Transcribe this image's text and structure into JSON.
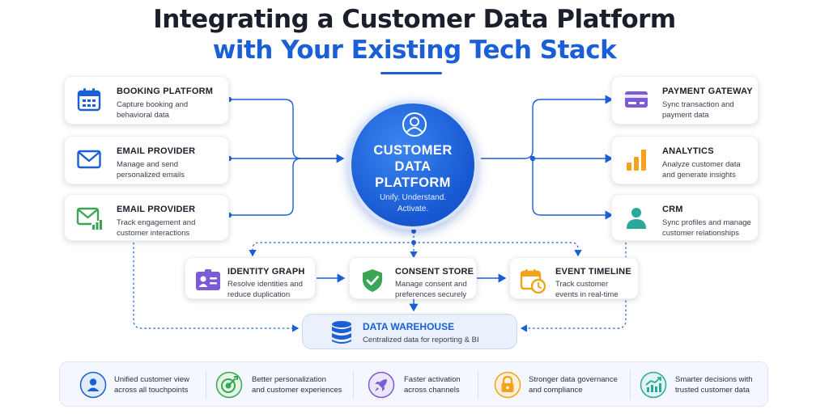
{
  "title": {
    "line1": "Integrating a Customer Data Platform",
    "line2": "with Your Existing Tech Stack"
  },
  "hub": {
    "icon": "user-icon",
    "name_lines": [
      "CUSTOMER",
      "DATA",
      "PLATFORM"
    ],
    "tagline_lines": [
      "Unify. Understand.",
      "Activate."
    ]
  },
  "sources": [
    {
      "icon": "calendar-icon",
      "title": "BOOKING PLATFORM",
      "desc": [
        "Capture booking and",
        "behavioral data"
      ]
    },
    {
      "icon": "envelope-icon",
      "title": "EMAIL PROVIDER",
      "desc": [
        "Manage and send",
        "personalized emails"
      ]
    },
    {
      "icon": "email-chart-icon",
      "title": "EMAIL PROVIDER",
      "desc": [
        "Track engagement and",
        "customer interactions"
      ]
    }
  ],
  "destinations": [
    {
      "icon": "credit-card-icon",
      "title": "PAYMENT GATEWAY",
      "desc": [
        "Sync transaction and",
        "payment data"
      ]
    },
    {
      "icon": "bar-chart-icon",
      "title": "ANALYTICS",
      "desc": [
        "Analyze customer data",
        "and generate insights"
      ]
    },
    {
      "icon": "person-icon",
      "title": "CRM",
      "desc": [
        "Sync profiles and manage",
        "customer relationships"
      ]
    }
  ],
  "modules": [
    {
      "icon": "id-card-icon",
      "title": "IDENTITY GRAPH",
      "desc": [
        "Resolve identities and",
        "reduce duplication"
      ]
    },
    {
      "icon": "shield-check-icon",
      "title": "CONSENT STORE",
      "desc": [
        "Manage consent and",
        "preferences securely"
      ]
    },
    {
      "icon": "calendar-clock-icon",
      "title": "EVENT TIMELINE",
      "desc": [
        "Track customer",
        "events in real-time"
      ]
    }
  ],
  "warehouse": {
    "icon": "database-icon",
    "title": "DATA WAREHOUSE",
    "desc": "Centralized data for reporting & BI"
  },
  "benefits": [
    {
      "icon": "user-circle-icon",
      "lines": [
        "Unified customer view",
        "across all touchpoints"
      ]
    },
    {
      "icon": "target-icon",
      "lines": [
        "Better personalization",
        "and customer experiences"
      ]
    },
    {
      "icon": "rocket-icon",
      "lines": [
        "Faster activation",
        "across channels"
      ]
    },
    {
      "icon": "lock-icon",
      "lines": [
        "Stronger data governance",
        "and compliance"
      ]
    },
    {
      "icon": "trend-chart-icon",
      "lines": [
        "Smarter decisions with",
        "trusted customer data"
      ]
    }
  ],
  "colors": {
    "accent": "#1a5fd6",
    "connector": "#1a5fd6",
    "calendar": "#1a5fd6",
    "email_chart": "#3aa655",
    "card": "#7b5bd6",
    "analytics": "#f2a31b",
    "crm": "#2aa99b",
    "identity": "#7b5bd6",
    "consent": "#3aa655",
    "timeline": "#f2a31b"
  }
}
